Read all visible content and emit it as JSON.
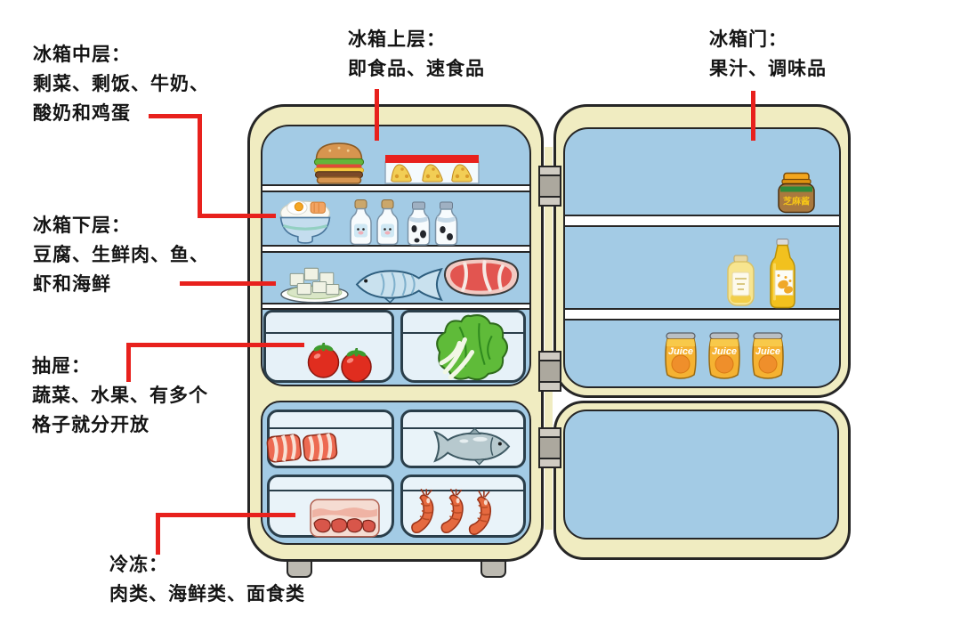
{
  "annotations": {
    "middle_shelf": {
      "lines": [
        "冰箱中层：",
        "剩菜、剩饭、牛奶、",
        "酸奶和鸡蛋"
      ]
    },
    "lower_shelf": {
      "lines": [
        "冰箱下层：",
        "豆腐、生鲜肉、鱼、",
        "虾和海鲜"
      ]
    },
    "drawer": {
      "lines": [
        "抽屉：",
        "蔬菜、水果、有多个",
        "格子就分开放"
      ]
    },
    "freezer": {
      "lines": [
        "冷冻：",
        "肉类、海鲜类、面食类"
      ]
    },
    "top_shelf": {
      "lines": [
        "冰箱上层：",
        "即食品、速食品"
      ]
    },
    "door": {
      "lines": [
        "冰箱门：",
        "果汁、调味品"
      ]
    }
  },
  "door_items": {
    "sesame_jar_label": "芝麻酱",
    "juice_can_label": "Juice"
  },
  "palette": {
    "body_cream": "#F0ECC1",
    "interior_blue": "#A3CBE5",
    "compartment_light": "#E9F3F9",
    "outline_dark": "#262626",
    "connector_red": "#E8211D"
  },
  "icons": [
    "hamburger-icon",
    "cheese-pack-icon",
    "rice-bowl-icon",
    "milk-bottle-icon",
    "yogurt-bottle-icon",
    "tofu-plate-icon",
    "fresh-fish-icon",
    "steak-icon",
    "tomatoes-icon",
    "lettuce-icon",
    "bacon-icon",
    "frozen-fish-icon",
    "frozen-meat-icon",
    "shrimps-icon",
    "sesame-paste-jar-icon",
    "juice-jar-icon",
    "juice-bottle-icon",
    "juice-can-icon"
  ]
}
